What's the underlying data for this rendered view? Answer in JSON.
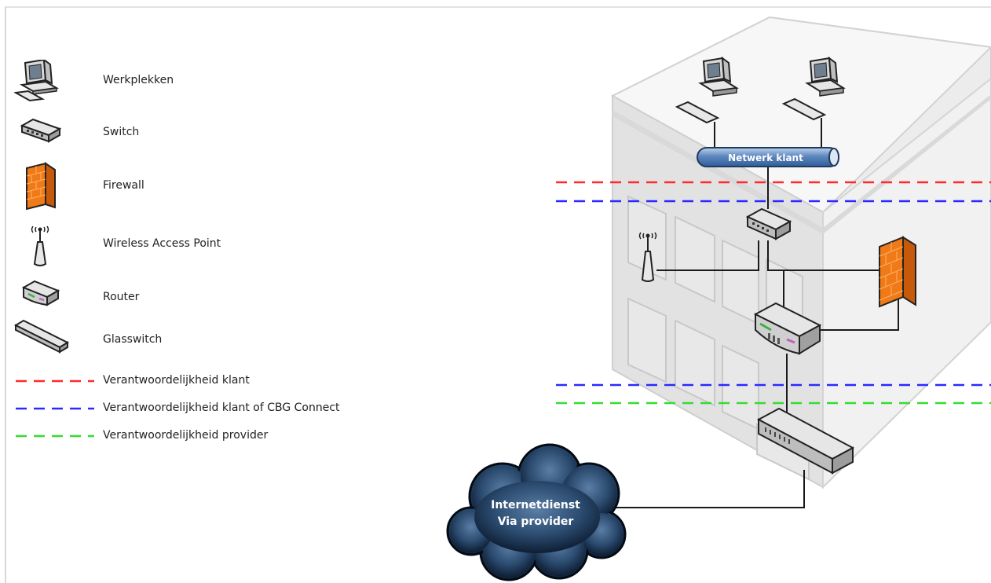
{
  "legend": {
    "items": [
      {
        "icon": "workstation-icon",
        "label": "Werkplekken"
      },
      {
        "icon": "switch-icon",
        "label": "Switch"
      },
      {
        "icon": "firewall-icon",
        "label": "Firewall"
      },
      {
        "icon": "wireless-access-point-icon",
        "label": "Wireless Access Point"
      },
      {
        "icon": "router-icon",
        "label": "Router"
      },
      {
        "icon": "glass-switch-icon",
        "label": "Glasswitch"
      }
    ],
    "lines": [
      {
        "label": "Verantwoordelijkheid klant",
        "color": "#ff2a2a"
      },
      {
        "label": "Verantwoordelijkheid klant of CBG Connect",
        "color": "#2a2aff"
      },
      {
        "label": "Verantwoordelijkheid provider",
        "color": "#33dd33"
      }
    ]
  },
  "diagram": {
    "hub_label": "Netwerk klant",
    "cloud_label_line1": "Internetdienst",
    "cloud_label_line2": "Via provider"
  }
}
